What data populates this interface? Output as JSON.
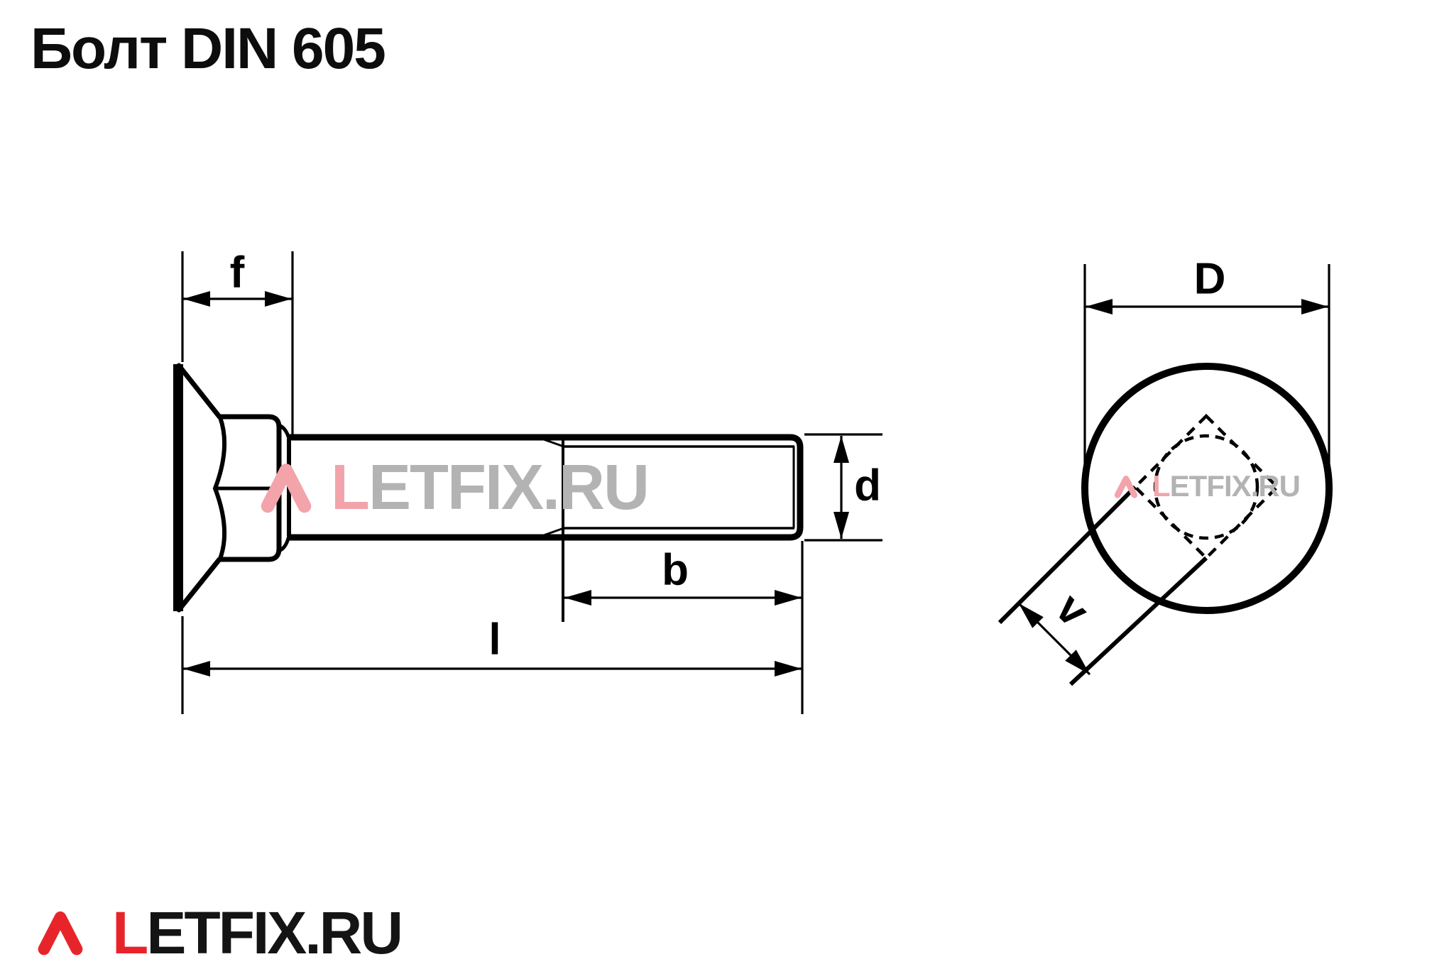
{
  "title": "Болт DIN 605",
  "dimensions": {
    "f": "f",
    "d": "d",
    "b": "b",
    "l": "l",
    "D": "D",
    "v": "v"
  },
  "watermark": {
    "brand_first_letter": "L",
    "brand_rest": "ETFIX.RU",
    "accent_color": "#f2a4aa",
    "gray_color": "#b3b3b3"
  },
  "logo": {
    "brand_first_letter": "L",
    "brand_rest": "ETFIX.RU",
    "accent_color": "#e8242b",
    "text_color": "#141414"
  },
  "drawing": {
    "line_color": "#000000",
    "background_color": "#ffffff"
  }
}
